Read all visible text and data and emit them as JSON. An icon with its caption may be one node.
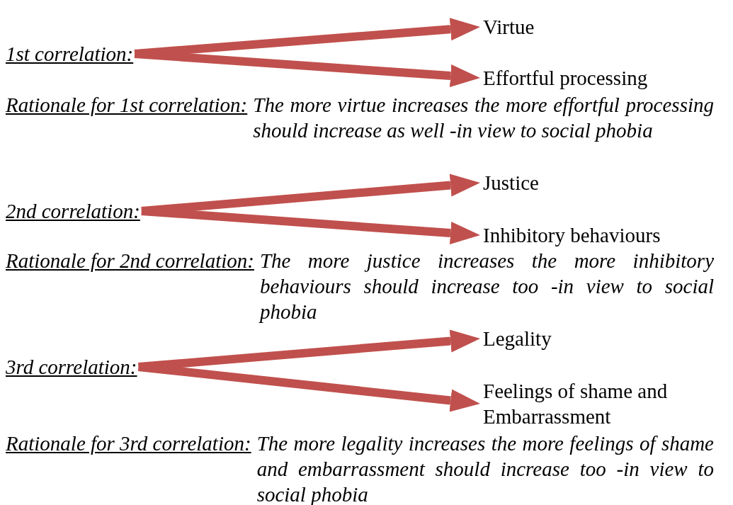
{
  "diagram": {
    "nodes": [
      {
        "text": [
          "1st correlation:"
        ]
      },
      {
        "text": [
          "Virtue"
        ]
      },
      {
        "text": [
          "Effortful processing"
        ]
      },
      {
        "text": [
          "2nd correlation:"
        ]
      },
      {
        "text": [
          "Justice"
        ]
      },
      {
        "text": [
          "Inhibitory behaviours"
        ]
      },
      {
        "text": [
          "3rd correlation:"
        ]
      },
      {
        "text": [
          "Legality"
        ]
      },
      {
        "text": [
          "Feelings of shame and Embarrassment"
        ]
      }
    ],
    "edges": [
      {
        "from": 0,
        "to": 1,
        "arrow": "to"
      },
      {
        "from": 0,
        "to": 2,
        "arrow": "to"
      },
      {
        "from": 3,
        "to": 4,
        "arrow": "to"
      },
      {
        "from": 3,
        "to": 5,
        "arrow": "to"
      },
      {
        "from": 6,
        "to": 7,
        "arrow": "to"
      },
      {
        "from": 6,
        "to": 8,
        "arrow": "to"
      }
    ],
    "labels": [
      "Rationale for 1st correlation:",
      "The more virtue increases the more effortful processing should increase as well -in view to social phobia",
      "Rationale for 2nd correlation:",
      "The more justice increases the more inhibitory behaviours should increase too -in view to social phobia",
      "Rationale for 3rd correlation:",
      "The more legality increases the more feelings of shame and embarrassment should increase too -in view to social phobia"
    ]
  }
}
